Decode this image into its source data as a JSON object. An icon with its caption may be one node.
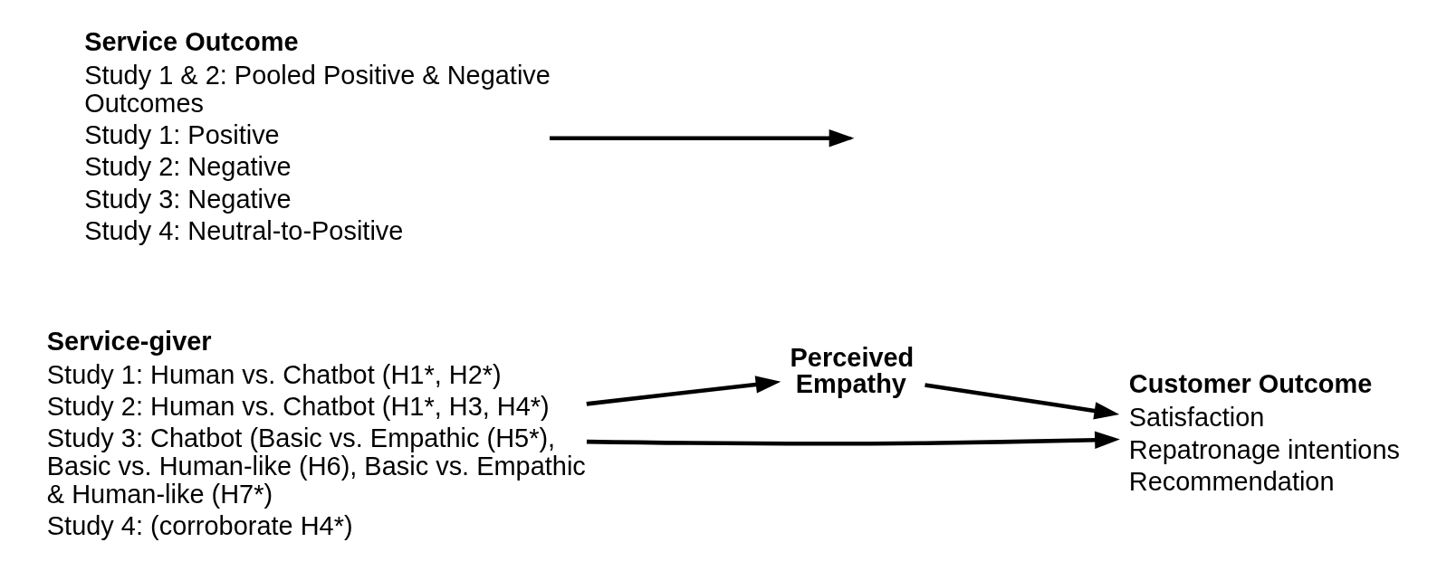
{
  "diagram": {
    "nodes": [
      {
        "text": [
          "Service-giver",
          "Study 1: Human vs. Chatbot (H1*, H2*)",
          "Study 2: Human vs. Chatbot (H1*, H3, H4*)",
          "Study 3: Chatbot (Basic vs. Empathic (H5*), Basic vs. Human-like (H6), Basic vs. Empathic & Human-like (H7*)",
          "Study 4: (corroborate H4*)"
        ]
      },
      {
        "text": [
          "Perceived Empathy"
        ]
      },
      {
        "text": [
          "Customer Outcome",
          "Satisfaction",
          "Repatronage intentions",
          "Recommendation"
        ]
      },
      {
        "text": [
          "Service Outcome",
          "Study 1 & 2: Pooled Positive & Negative Outcomes",
          "Study 1: Positive",
          "Study 2: Negative",
          "Study 3: Negative",
          "Study 4: Neutral-to-Positive"
        ]
      }
    ],
    "edges": [
      {
        "from": 0,
        "to": 1,
        "arrow": "to"
      },
      {
        "from": 1,
        "to": 2,
        "arrow": "to"
      },
      {
        "from": 0,
        "to": 2,
        "arrow": "to"
      },
      {
        "from": 3,
        "to": null,
        "arrow": "to"
      }
    ]
  }
}
